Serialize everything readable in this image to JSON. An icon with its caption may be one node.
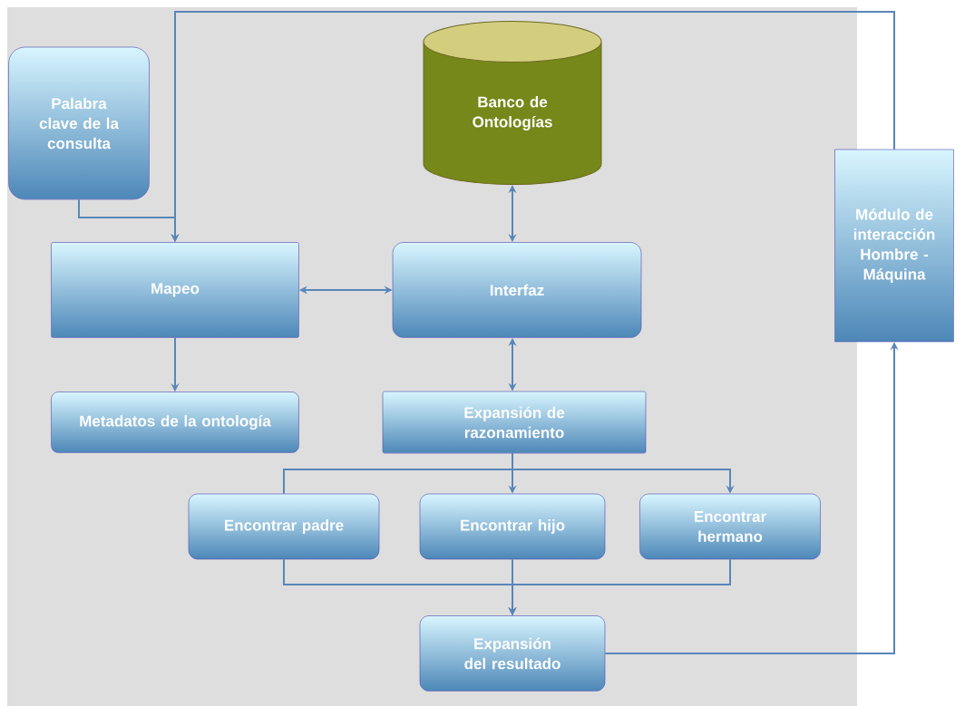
{
  "diagram": {
    "nodes": [
      {
        "text": [
          "Palabra clave de la consulta"
        ]
      },
      {
        "text": [
          "Banco de Ontologías"
        ]
      },
      {
        "text": [
          "Módulo de interacción Hombre - Máquina"
        ]
      },
      {
        "text": [
          "Mapeo"
        ]
      },
      {
        "text": [
          "Interfaz"
        ]
      },
      {
        "text": [
          "Metadatos de la ontología"
        ]
      },
      {
        "text": [
          "Expansión de razonamiento"
        ]
      },
      {
        "text": [
          "Encontrar padre"
        ]
      },
      {
        "text": [
          "Encontrar hijo"
        ]
      },
      {
        "text": [
          "Encontrar hermano"
        ]
      },
      {
        "text": [
          "Expansión del resultado"
        ]
      }
    ],
    "edges": [
      {
        "from": 0,
        "to": 3,
        "arrow": "to"
      },
      {
        "from": 2,
        "to": 3,
        "arrow": "to"
      },
      {
        "from": 3,
        "to": 4,
        "arrow": "both"
      },
      {
        "from": 4,
        "to": 1,
        "arrow": "both"
      },
      {
        "from": 4,
        "to": 6,
        "arrow": "both"
      },
      {
        "from": 3,
        "to": 5,
        "arrow": "to"
      },
      {
        "from": 6,
        "to": 7,
        "arrow": "none"
      },
      {
        "from": 6,
        "to": 8,
        "arrow": "to"
      },
      {
        "from": 6,
        "to": 9,
        "arrow": "to"
      },
      {
        "from": 7,
        "to": 10,
        "arrow": "to"
      },
      {
        "from": 8,
        "to": 10,
        "arrow": "to"
      },
      {
        "from": 9,
        "to": 10,
        "arrow": "to"
      },
      {
        "from": 10,
        "to": 2,
        "arrow": "to"
      }
    ]
  }
}
